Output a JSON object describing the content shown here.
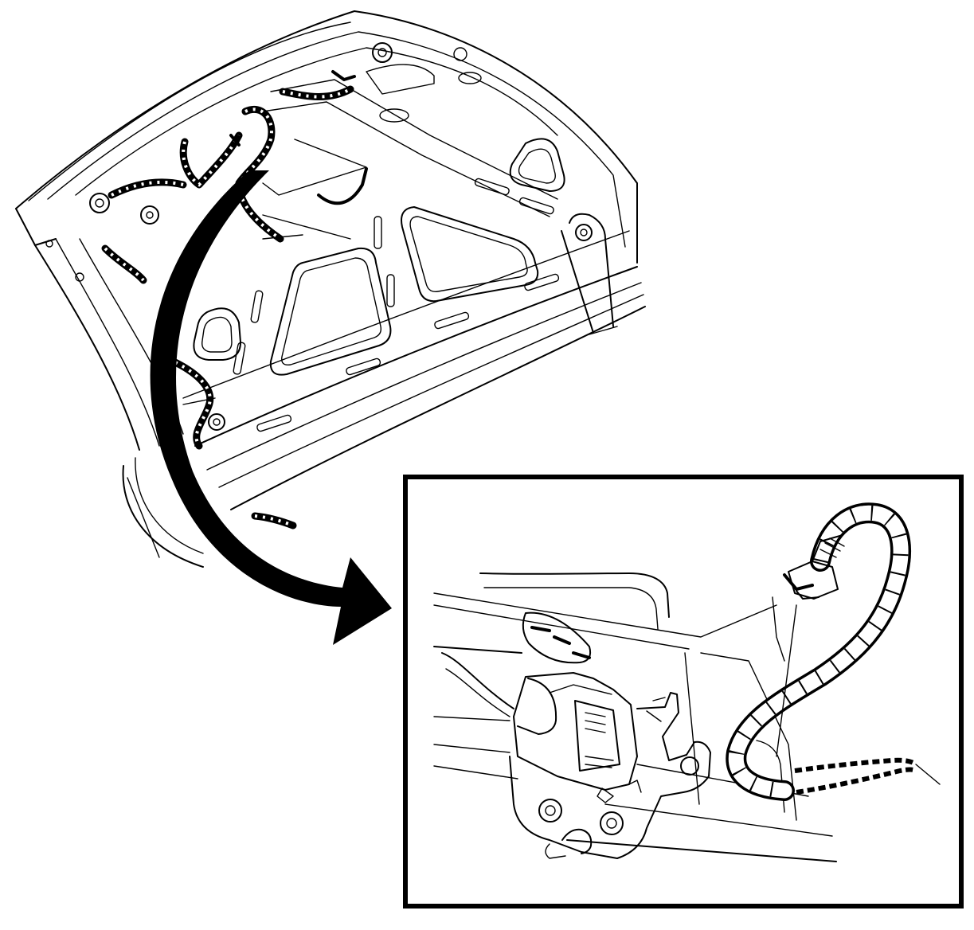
{
  "figure": {
    "colors": {
      "line": "#000000",
      "background": "#ffffff"
    },
    "parts": [
      "deck-lid-panel",
      "deck-lid-wiring-harness",
      "callout-arrow",
      "detail-inset",
      "deck-lid-latch",
      "latch-wiring-harness",
      "harness-connector"
    ]
  }
}
